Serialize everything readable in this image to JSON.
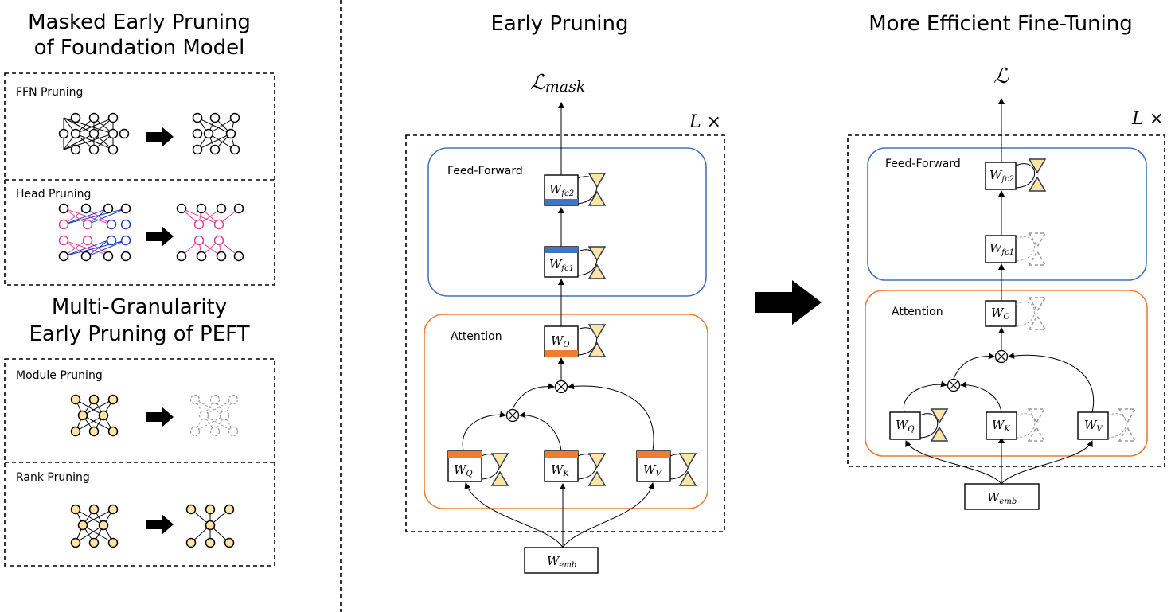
{
  "left_panel": {
    "title_line1": "Masked Early Pruning",
    "title_line2": "of Foundation Model",
    "ffn_label": "FFN Pruning",
    "head_label": "Head Pruning",
    "peft_title_line1": "Multi-Granularity",
    "peft_title_line2": "Early Pruning of PEFT",
    "module_label": "Module Pruning",
    "rank_label": "Rank Pruning"
  },
  "middle_panel": {
    "title": "Early Pruning",
    "loss_main": "ℒ",
    "loss_sub": "mask",
    "layers": "L ×",
    "ffn_block_label": "Feed-Forward",
    "attn_block_label": "Attention",
    "w": "W",
    "fc2": "fc2",
    "fc1": "fc1",
    "o": "O",
    "q": "Q",
    "k": "K",
    "v": "V",
    "emb": "emb"
  },
  "right_panel": {
    "title": "More Efficient Fine-Tuning",
    "loss": "ℒ",
    "layers": "L ×",
    "ffn_block_label": "Feed-Forward",
    "attn_block_label": "Attention",
    "w": "W",
    "fc2": "fc2",
    "fc1": "fc1",
    "o": "O",
    "q": "Q",
    "k": "K",
    "v": "V",
    "emb": "emb"
  },
  "colors": {
    "ffn_border": "#4472c4",
    "attn_border": "#ed7d31",
    "head_pink": "#e0409a",
    "head_blue": "#1f3fc4",
    "lora_fill": "#fde6a3",
    "pruned_gray": "#999999"
  }
}
